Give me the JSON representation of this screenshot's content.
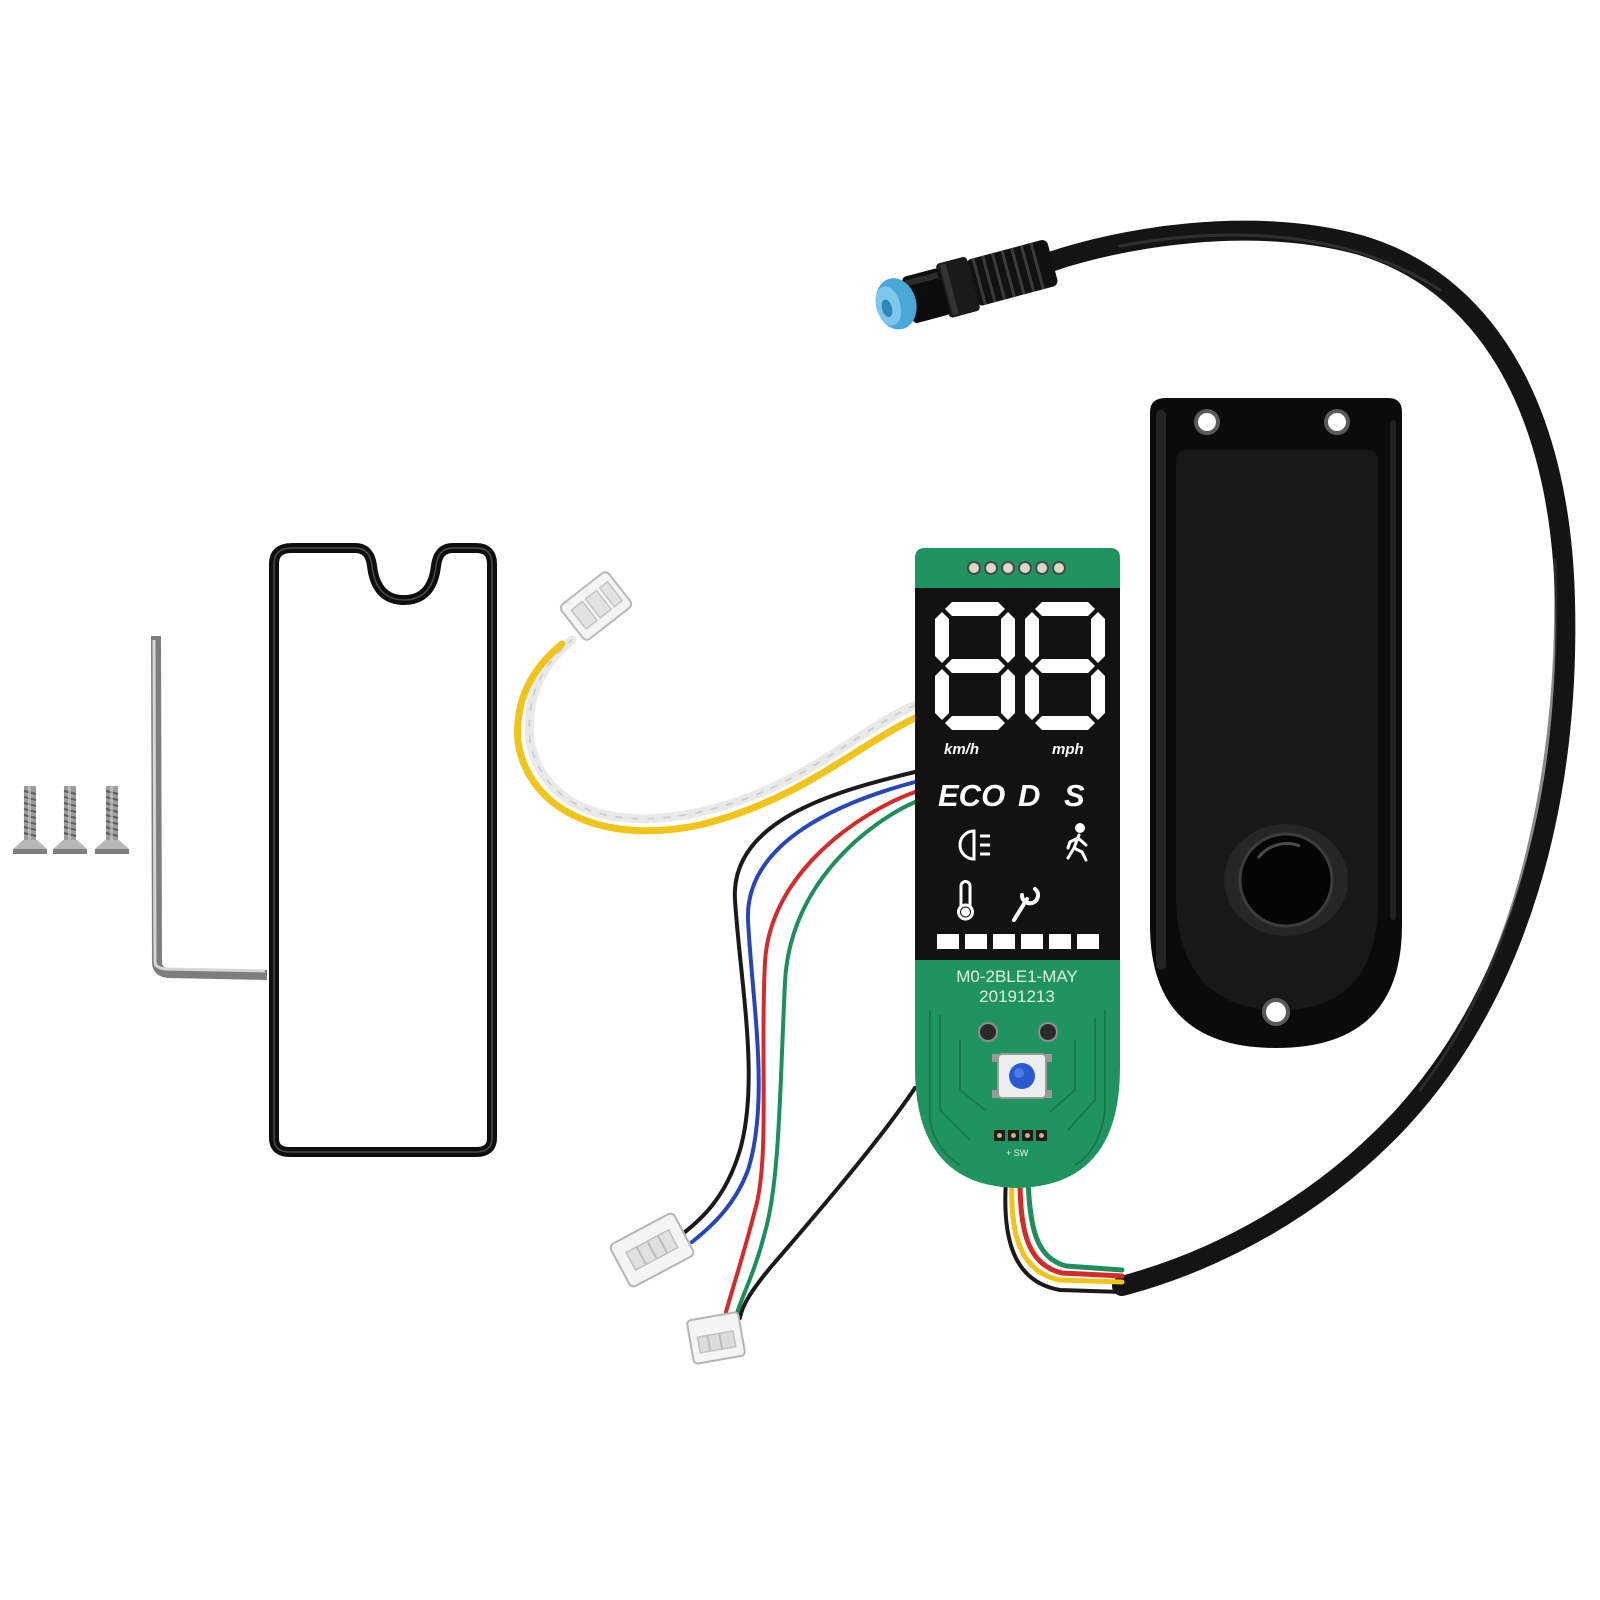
{
  "display": {
    "speed": "88",
    "unit_left": "km/h",
    "unit_right": "mph",
    "modes": [
      "ECO",
      "D",
      "S"
    ],
    "icons": [
      "headlight-icon",
      "walking-icon",
      "thermometer-icon",
      "wrench-icon"
    ],
    "battery_bars": 6
  },
  "board": {
    "model": "M0-2BLE1-MAY",
    "date": "20191213",
    "pin_label": "+ SW"
  },
  "colors": {
    "pcb_green": "#1f9460",
    "display_black": "#121212",
    "button_blue": "#2a5ad0",
    "connector_tip_blue": "#4aa8d8",
    "cable_black": "#141414"
  }
}
